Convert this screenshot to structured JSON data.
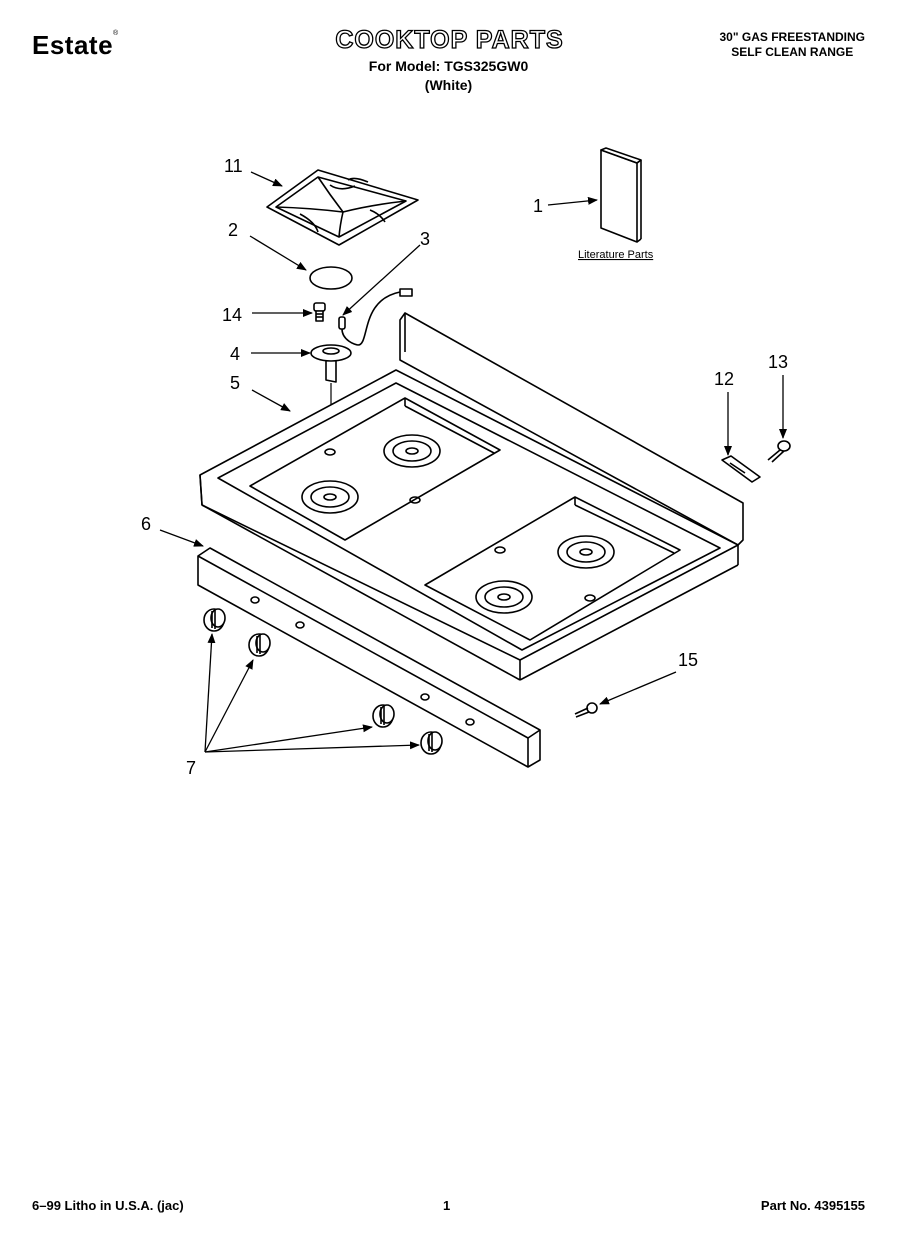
{
  "header": {
    "brand": "Estate",
    "brand_mark": "®",
    "title": "COOKTOP PARTS",
    "model_line": "For Model: TGS325GW0",
    "color_line": "(White)",
    "range_line1": "30\" GAS FREESTANDING",
    "range_line2": "SELF CLEAN RANGE"
  },
  "diagram": {
    "callouts": {
      "c1": "1",
      "c2": "2",
      "c3": "3",
      "c4": "4",
      "c5": "5",
      "c6": "6",
      "c7": "7",
      "c11": "11",
      "c12": "12",
      "c13": "13",
      "c14": "14",
      "c15": "15"
    },
    "literature_label": "Literature Parts"
  },
  "footer": {
    "litho": "6–99 Litho in U.S.A. (jac)",
    "page": "1",
    "part_no": "Part No. 4395155"
  }
}
